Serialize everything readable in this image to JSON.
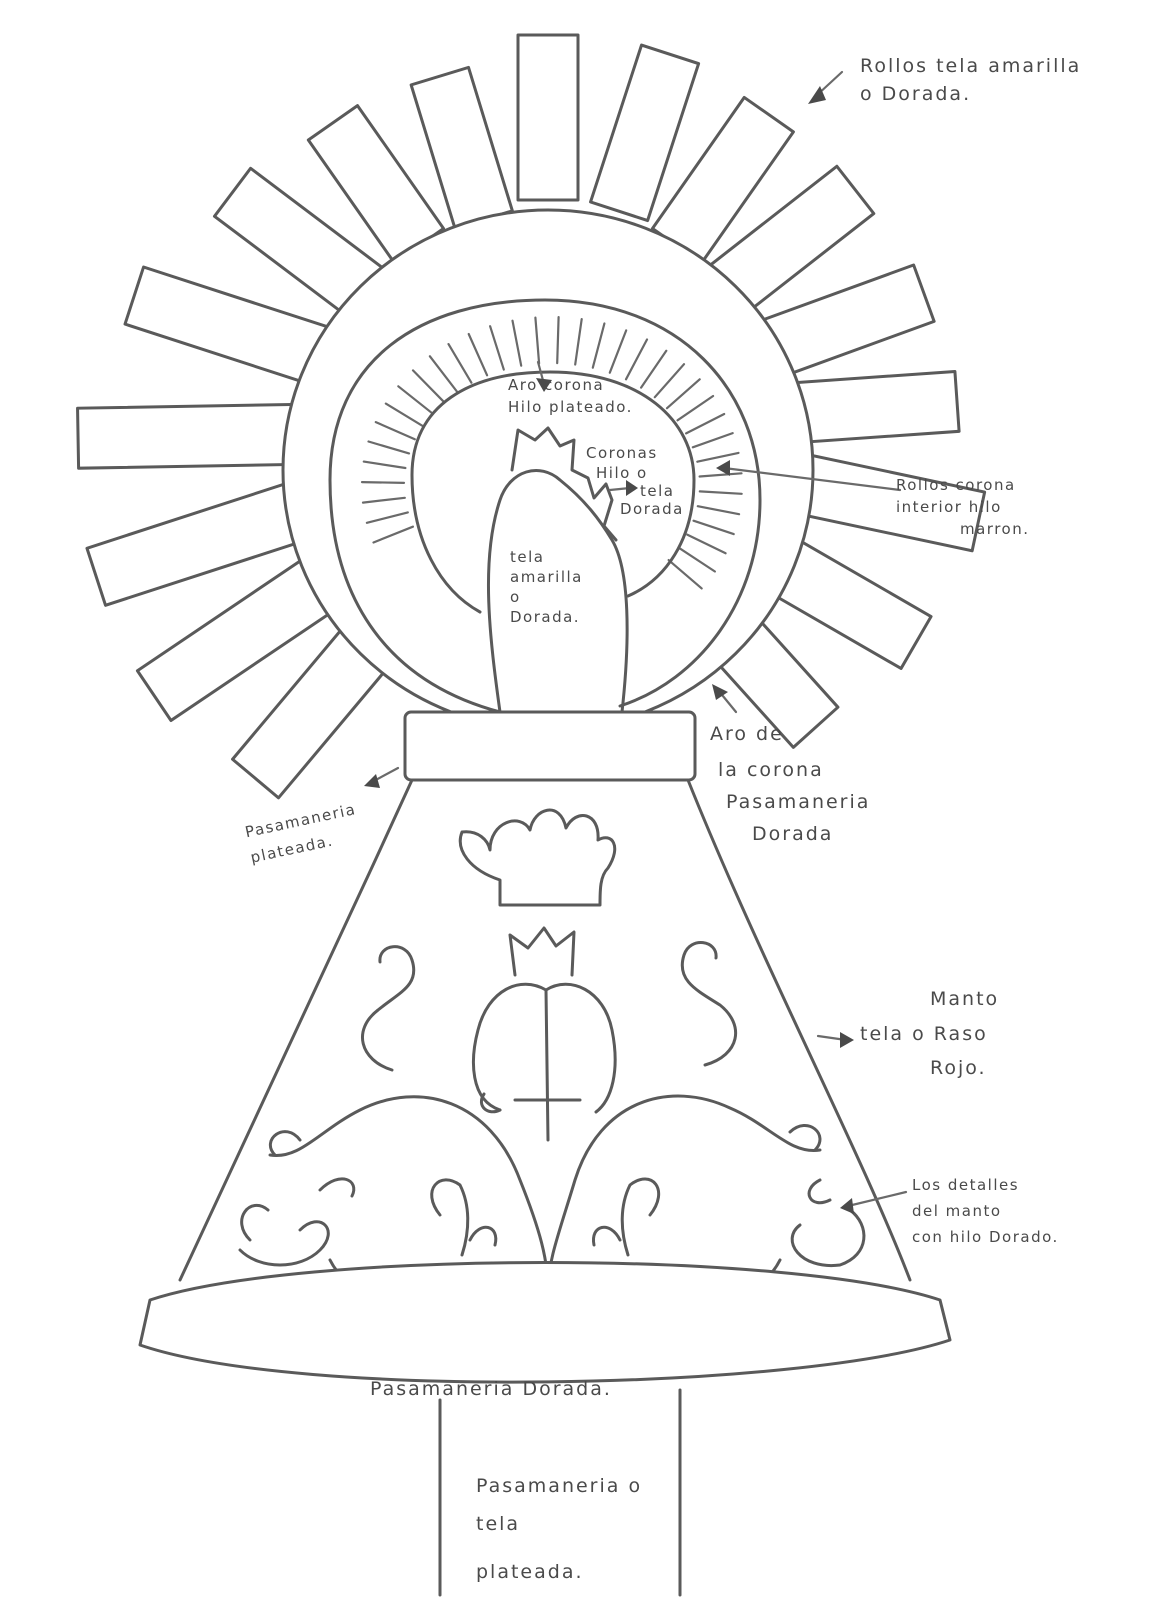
{
  "labels": {
    "rays": [
      "Rollos tela amarilla",
      "o Dorada."
    ],
    "crown_ring": [
      "Aro corona",
      "Hilo plateado."
    ],
    "crowns": [
      "Coronas",
      "Hilo o",
      "tela",
      "Dorada"
    ],
    "inner_rolls": [
      "Rollos corona",
      "interior hilo",
      "marron."
    ],
    "pillar_top": [
      "tela",
      "amarilla",
      "o",
      "Dorada."
    ],
    "outer_ring": [
      "Aro de",
      "la corona",
      "Pasamaneria",
      "Dorada"
    ],
    "collar": [
      "Pasamaneria",
      "plateada."
    ],
    "mantle": [
      "Manto",
      "tela o Raso",
      "Rojo."
    ],
    "mantle_details": [
      "Los detalles",
      "del manto",
      "con hilo Dorado."
    ],
    "hem": "Pasamaneria Dorada.",
    "base": [
      "Pasamaneria o",
      "tela",
      "plateada."
    ]
  }
}
